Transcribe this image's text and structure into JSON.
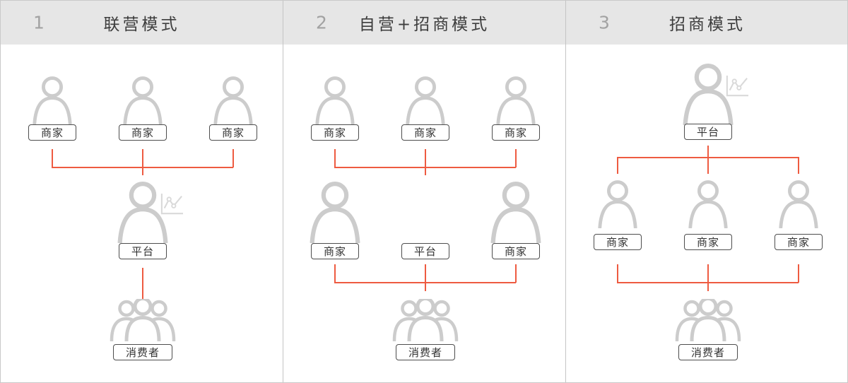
{
  "labels": {
    "merchant": "商家",
    "platform": "平台",
    "consumer": "消费者"
  },
  "colors": {
    "connector_red": "#ee5b41",
    "header_bg": "#e6e6e6",
    "person_icon_gray": "#cccccc",
    "chart_icon_gray": "#d9d9d9",
    "box_border": "#4d4d4d"
  },
  "panels": [
    {
      "number": "1",
      "title": "联营模式",
      "top_nodes": [
        "商家",
        "商家",
        "商家"
      ],
      "middle_nodes": [
        "平台"
      ],
      "bottom_node": "消费者"
    },
    {
      "number": "2",
      "title": "自营+招商模式",
      "top_nodes": [
        "商家",
        "商家",
        "商家"
      ],
      "middle_nodes": [
        "商家",
        "平台",
        "商家"
      ],
      "bottom_node": "消费者"
    },
    {
      "number": "3",
      "title": "招商模式",
      "top_nodes": [
        "平台"
      ],
      "middle_nodes": [
        "商家",
        "商家",
        "商家"
      ],
      "bottom_node": "消费者"
    }
  ]
}
